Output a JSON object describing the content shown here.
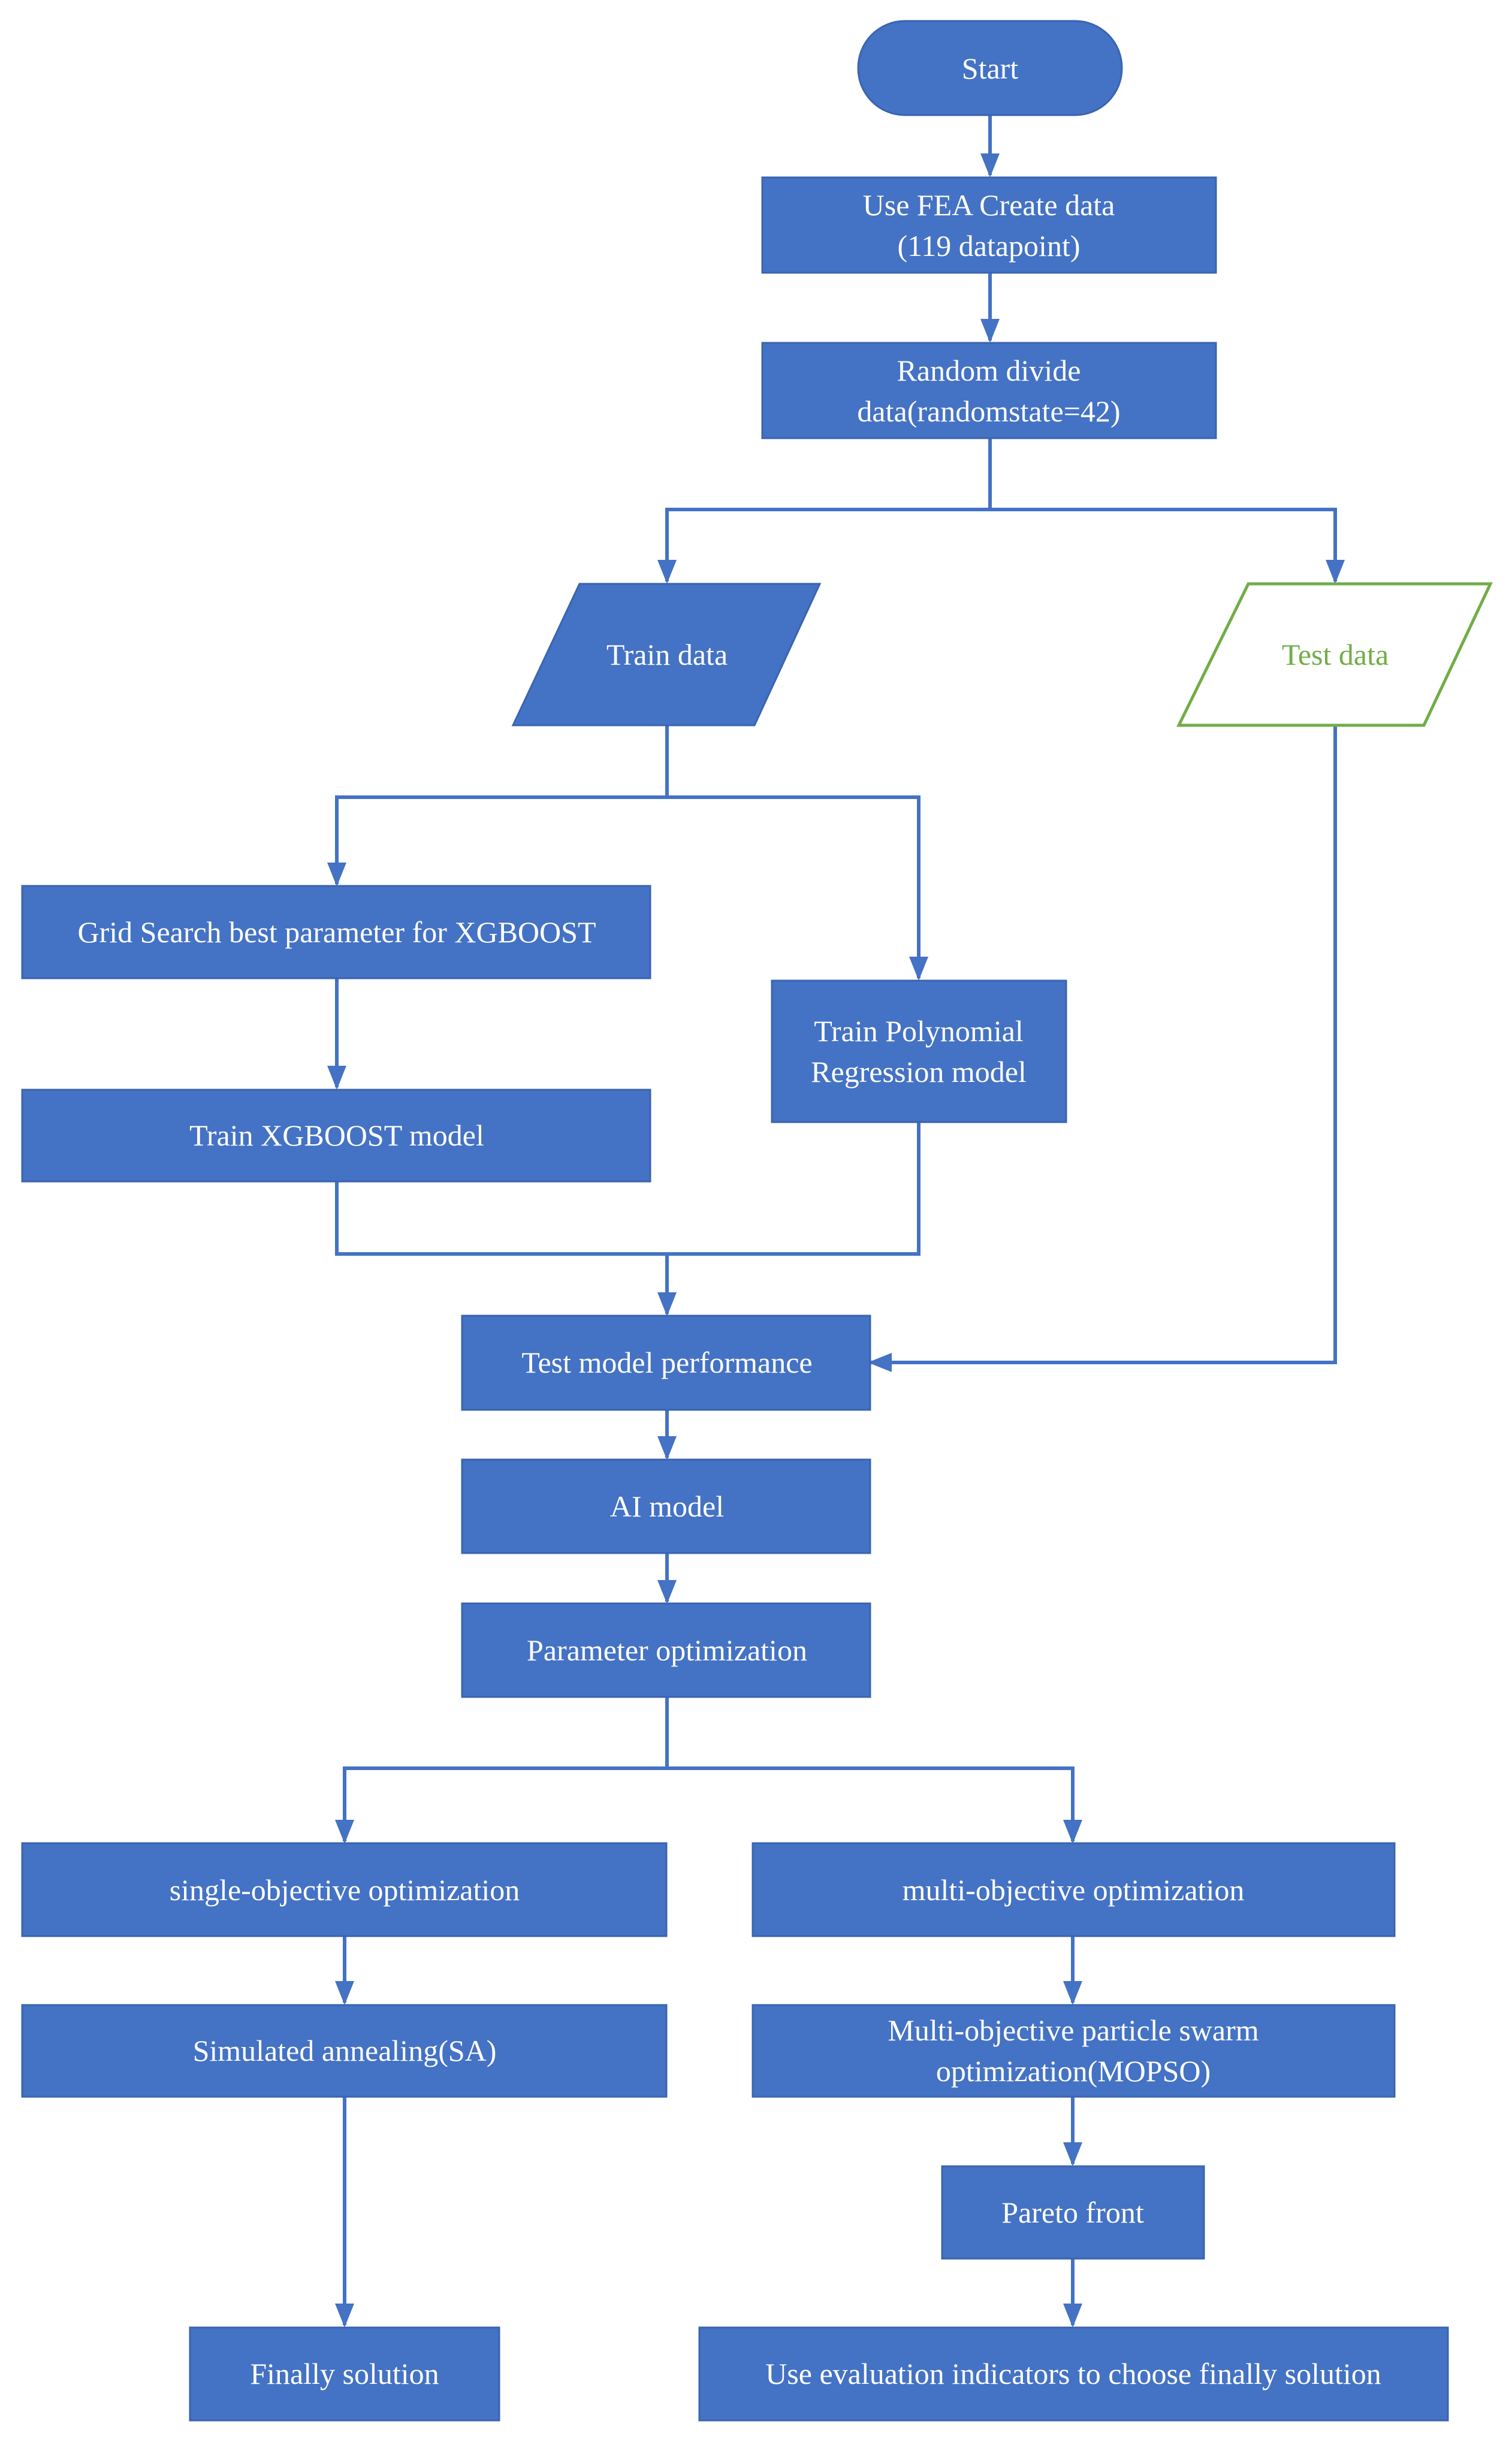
{
  "colors": {
    "primary": "#4472c4",
    "text_on_primary": "#ffffff",
    "test_data_outline": "#70ad47",
    "edge": "#4472c4"
  },
  "nodes": {
    "start": [
      "Start"
    ],
    "fea": [
      "Use FEA Create data",
      "(119 datapoint)"
    ],
    "random_divide": [
      "Random divide",
      "data(randomstate=42)"
    ],
    "train_data": [
      "Train data"
    ],
    "test_data": [
      "Test data"
    ],
    "grid_search": [
      "Grid Search best parameter for XGBOOST"
    ],
    "train_poly": [
      "Train Polynomial",
      "Regression model"
    ],
    "train_xgb": [
      "Train XGBOOST model"
    ],
    "test_perf": [
      "Test model performance"
    ],
    "ai_model": [
      "AI model"
    ],
    "param_opt": [
      "Parameter optimization"
    ],
    "single_obj": [
      "single-objective optimization"
    ],
    "multi_obj": [
      "multi-objective optimization"
    ],
    "sa": [
      "Simulated annealing(SA)"
    ],
    "mopso": [
      "Multi-objective particle swarm",
      "optimization(MOPSO)"
    ],
    "pareto": [
      "Pareto front"
    ],
    "final_single": [
      "Finally solution"
    ],
    "final_multi": [
      "Use evaluation indicators to choose finally solution"
    ]
  }
}
